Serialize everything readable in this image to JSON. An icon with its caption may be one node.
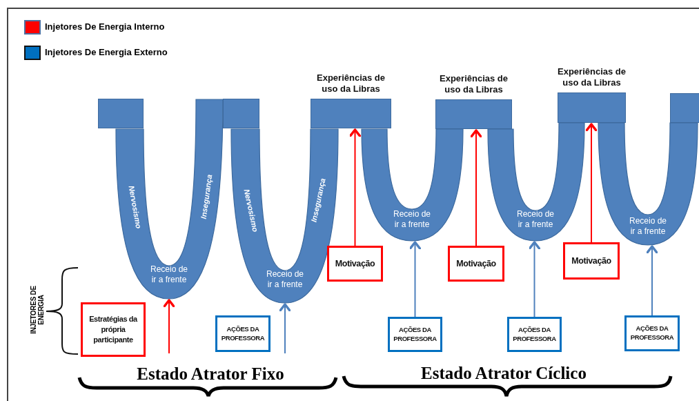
{
  "diagram": {
    "nodes": [
      {
        "text": [],
        "shape": "box"
      },
      {
        "text": [],
        "shape": "box"
      },
      {
        "text": [
          "Experiências de uso da Libras"
        ]
      },
      {
        "text": [
          "Experiências de uso da Libras"
        ]
      },
      {
        "text": [
          "Experiências de uso da Libras"
        ]
      },
      {
        "text": [],
        "shape": "box"
      },
      {
        "text": [
          "Nervosismo",
          "Insegurança",
          "Receio de ir a frente"
        ]
      },
      {
        "text": [
          "Nervosismo",
          "Insegurança",
          "Receio de ir a frente"
        ]
      },
      {
        "text": [
          "Receio de ir a frente"
        ]
      },
      {
        "text": [
          "Receio de ir a frente"
        ]
      },
      {
        "text": [
          "Receio de ir a frente"
        ]
      },
      {
        "text": [
          "Estratégias da própria participante"
        ]
      },
      {
        "text": [
          "AÇÕES DA PROFESSORA"
        ]
      },
      {
        "text": [
          "Motivação"
        ]
      },
      {
        "text": [
          "Motivação"
        ]
      },
      {
        "text": [
          "Motivação"
        ]
      },
      {
        "text": [
          "AÇÕES DA PROFESSORA"
        ]
      },
      {
        "text": [
          "AÇÕES DA PROFESSORA"
        ]
      },
      {
        "text": [
          "AÇÕES DA PROFESSORA"
        ]
      }
    ],
    "edges": [
      {
        "from": null,
        "to": 6,
        "arrow": "to",
        "color": "#ff0000"
      },
      {
        "from": null,
        "to": 7,
        "arrow": "to",
        "color": "#4f81bd"
      },
      {
        "from": 13,
        "to": 2,
        "arrow": "to",
        "color": "#ff0000"
      },
      {
        "from": 16,
        "to": 8,
        "arrow": "to",
        "color": "#4f81bd"
      },
      {
        "from": 14,
        "to": 3,
        "arrow": "to",
        "color": "#ff0000"
      },
      {
        "from": 17,
        "to": 9,
        "arrow": "to",
        "color": "#4f81bd"
      },
      {
        "from": 15,
        "to": 4,
        "arrow": "to",
        "color": "#ff0000"
      },
      {
        "from": 18,
        "to": 10,
        "arrow": "to",
        "color": "#4f81bd"
      }
    ],
    "labels": [
      "INJETORES DE ENERGIA",
      "Estado Atrator Fixo",
      "Estado Atrator Cíclico"
    ],
    "legend": [
      {
        "text": "Injetores De Energia Interno",
        "color": "#ff0000"
      },
      {
        "text": "Injetores De Energia Externo",
        "color": "#0070c0"
      }
    ]
  }
}
